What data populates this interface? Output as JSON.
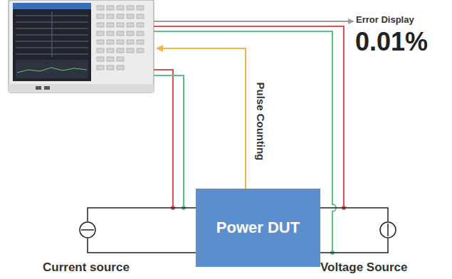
{
  "diagram": {
    "nodes": [
      {
        "text": [
          "Power DUT"
        ]
      },
      {
        "text": [
          "Current source"
        ]
      },
      {
        "text": [
          "Voltage Source"
        ]
      }
    ],
    "edges": [
      {
        "from": 0,
        "to": 1,
        "arrow": "none"
      },
      {
        "from": 0,
        "to": 2,
        "arrow": "none"
      }
    ],
    "labels": [
      "Error Display",
      "0.01%",
      "Pulse Counting"
    ]
  }
}
